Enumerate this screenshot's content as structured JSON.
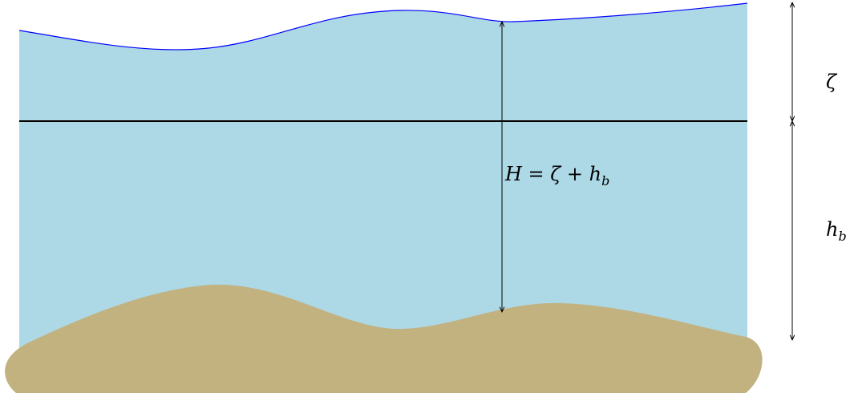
{
  "colors": {
    "water": "#add8e6",
    "surface_line": "#0000ff",
    "seabed": "#c2b280",
    "mean_level": "#000000",
    "arrows": "#000000"
  },
  "labels": {
    "zeta": "ζ",
    "h_b": "h",
    "h_b_subscript": "b",
    "total_depth": "H = ζ + h",
    "total_depth_subscript": "b"
  }
}
